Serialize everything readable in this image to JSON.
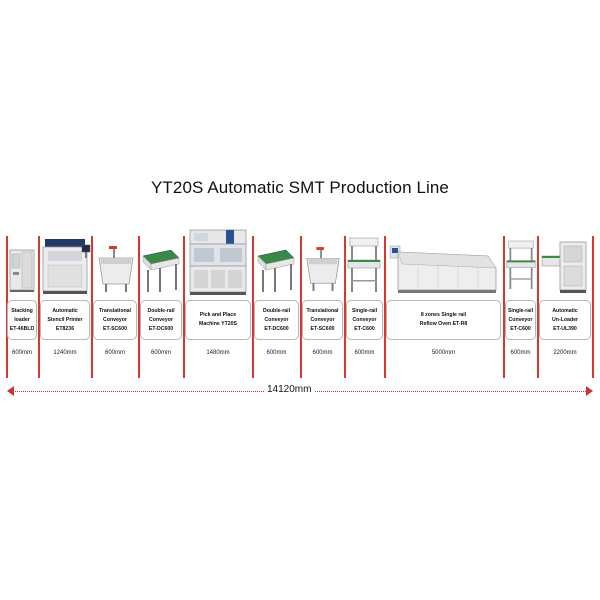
{
  "title": "YT20S Automatic SMT Production Line",
  "colors": {
    "accent": "#d7392f",
    "machine_body": "#e8e8e8",
    "frame_blue": "#2a4f8f",
    "rail_green": "#2f8a3d"
  },
  "machines": [
    {
      "icon": "stacking-loader-icon",
      "line1": "Stacking",
      "line2": "loader",
      "line3": "ET-46BLD",
      "length": "600mm"
    },
    {
      "icon": "stencil-printer-icon",
      "line1": "Automatic",
      "line2": "Stencil Printer",
      "line3": "ET8236",
      "length": "1240mm"
    },
    {
      "icon": "translational-conveyor-icon",
      "line1": "Translational",
      "line2": "Conveyor",
      "line3": "ET-SC600",
      "length": "600mm"
    },
    {
      "icon": "double-rail-conveyor-icon",
      "line1": "Double-rail",
      "line2": "Conveyor",
      "line3": "ET-DC600",
      "length": "600mm"
    },
    {
      "icon": "pick-and-place-icon",
      "line1": "Pick and Place",
      "line2": "Machine YT20S",
      "line3": "",
      "length": "1480mm"
    },
    {
      "icon": "double-rail-conveyor-icon",
      "line1": "Double-rail",
      "line2": "Conveyor",
      "line3": "ET-DC600",
      "length": "600mm"
    },
    {
      "icon": "translational-conveyor-icon",
      "line1": "Translational",
      "line2": "Conveyor",
      "line3": "ET-SC600",
      "length": "600mm"
    },
    {
      "icon": "single-rail-conveyor-icon",
      "line1": "Single-rail",
      "line2": "Conveyor",
      "line3": "ET-C600",
      "length": "600mm"
    },
    {
      "icon": "reflow-oven-icon",
      "line1": "8 zones Single rail",
      "line2": "Reflow Oven ET-R8",
      "line3": "",
      "length": "5000mm"
    },
    {
      "icon": "single-rail-conveyor-icon",
      "line1": "Single-rail",
      "line2": "Conveyor",
      "line3": "ET-C600",
      "length": "600mm"
    },
    {
      "icon": "unloader-icon",
      "line1": "Automatic",
      "line2": "Un-Loader",
      "line3": "ET-UL390",
      "length": "2200mm"
    }
  ],
  "total_length": "14120mm"
}
